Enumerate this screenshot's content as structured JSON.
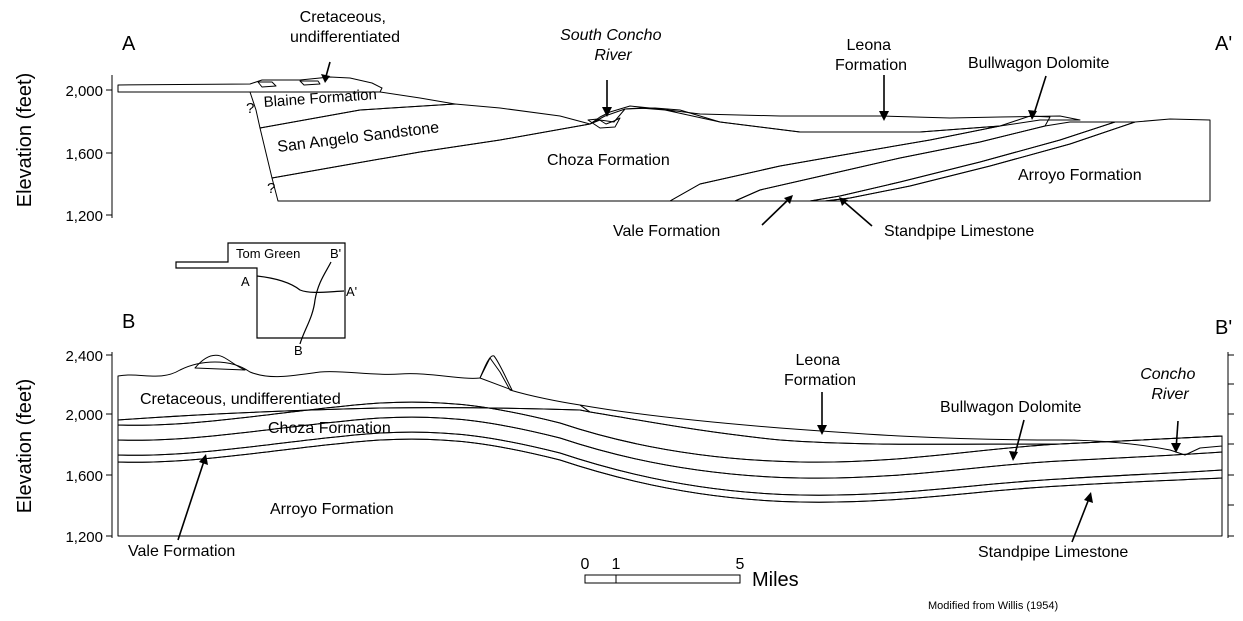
{
  "colors": {
    "cretaceous": "#6cbb4d",
    "blaine": "#b24a94",
    "san_angelo": "#8b9bd4",
    "choza": "#54c7ef",
    "leona": "#f2ec2a",
    "bullwagon": "#b48ac2",
    "vale": "#6f8f93",
    "standpipe": "#a8dde6",
    "arroyo": "#8aa2f2"
  },
  "section_a": {
    "left_label": "A",
    "right_label": "A'",
    "y_axis_label": "Elevation (feet)",
    "ticks": [
      "2,000",
      "1,600",
      "1,200"
    ],
    "labels": {
      "cretaceous": "Cretaceous,\nundifferentiated",
      "river": "South Concho\nRiver",
      "leona": "Leona\nFormation",
      "bullwagon": "Bullwagon Dolomite",
      "blaine": "Blaine Formation",
      "san_angelo": "San Angelo Sandstone",
      "choza": "Choza Formation",
      "arroyo": "Arroyo Formation",
      "vale": "Vale Formation",
      "standpipe": "Standpipe Limestone",
      "question": "?"
    }
  },
  "inset_map": {
    "county": "Tom Green",
    "a": "A",
    "a_prime": "A'",
    "b": "B",
    "b_prime": "B'"
  },
  "section_b": {
    "left_label": "B",
    "right_label": "B'",
    "y_axis_label": "Elevation (feet)",
    "ticks": [
      "2,400",
      "2,000",
      "1,600",
      "1,200"
    ],
    "labels": {
      "cretaceous": "Cretaceous, undifferentiated",
      "choza": "Choza Formation",
      "arroyo": "Arroyo Formation",
      "leona": "Leona\nFormation",
      "bullwagon": "Bullwagon Dolomite",
      "river": "Concho\nRiver",
      "vale": "Vale Formation",
      "standpipe": "Standpipe Limestone"
    }
  },
  "scale_bar": {
    "tick_labels": [
      "0",
      "1",
      "5"
    ],
    "unit": "Miles"
  },
  "credit": "Modified from Willis (1954)"
}
